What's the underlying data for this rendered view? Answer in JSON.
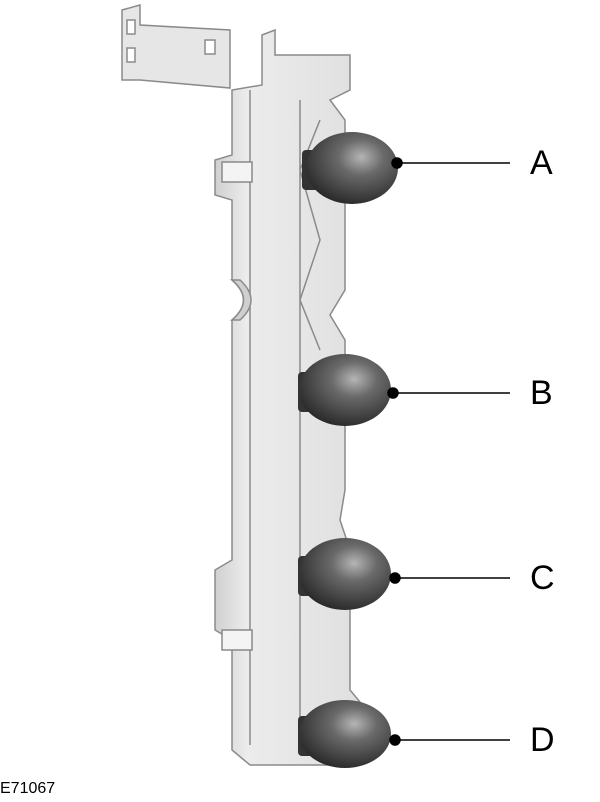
{
  "diagram": {
    "callouts": [
      {
        "letter": "A"
      },
      {
        "letter": "B"
      },
      {
        "letter": "C"
      },
      {
        "letter": "D"
      }
    ],
    "reference_code": "E71067",
    "colors": {
      "board": "#e4e4e4",
      "board_edge": "#8a8a8a",
      "bulb": "#4a4a4a",
      "line": "#000000"
    }
  }
}
